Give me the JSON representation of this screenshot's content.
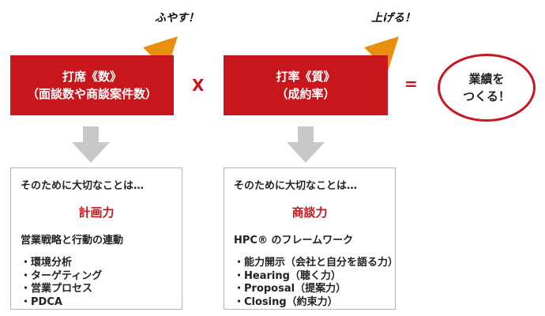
{
  "left_column": {
    "arrow_label": "ふやす！",
    "box_line1": "打席《数》",
    "box_line2": "（面談数や商談案件数）",
    "intro": "そのために大切なことは…",
    "skill": "計画力",
    "sub": "営業戦略と行動の連動",
    "items": [
      "・環境分析",
      "・ターゲティング",
      "・営業プロセス",
      "・PDCA"
    ]
  },
  "operators": {
    "multiply": "X",
    "equals": "="
  },
  "right_column": {
    "arrow_label": "上げる！",
    "box_line1": "打率《質》",
    "box_line2": "（成約率）",
    "intro": "そのために大切なことは…",
    "skill": "商談力",
    "sub": "HPC® のフレームワーク",
    "items": [
      "・能力開示（会社と自分を語る力）",
      "・Hearing（聴く力）",
      "・Proposal（提案力）",
      "・Closing（約束力）"
    ]
  },
  "result": {
    "line1": "業績を",
    "line2": "つくる！"
  },
  "colors": {
    "red": "#c8161d",
    "orange": "#e8900e",
    "gray_arrow": "#c8c8c8"
  }
}
